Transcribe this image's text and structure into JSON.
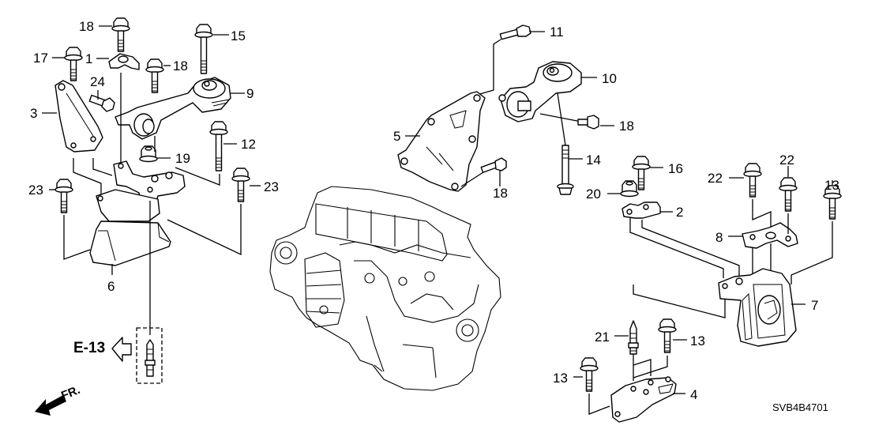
{
  "diagram": {
    "title": "Engine Mounts exploded view",
    "code": "SVB4B4701",
    "reference_label": "E-13",
    "front_label": "FR.",
    "callouts": [
      {
        "id": "c18a",
        "label": "18"
      },
      {
        "id": "c15",
        "label": "15"
      },
      {
        "id": "c17",
        "label": "17"
      },
      {
        "id": "c1",
        "label": "1"
      },
      {
        "id": "c18b",
        "label": "18"
      },
      {
        "id": "c24",
        "label": "24"
      },
      {
        "id": "c9",
        "label": "9"
      },
      {
        "id": "c3",
        "label": "3"
      },
      {
        "id": "c12",
        "label": "12"
      },
      {
        "id": "c19",
        "label": "19"
      },
      {
        "id": "c23a",
        "label": "23"
      },
      {
        "id": "c23b",
        "label": "23"
      },
      {
        "id": "c6",
        "label": "6"
      },
      {
        "id": "c11",
        "label": "11"
      },
      {
        "id": "c10",
        "label": "10"
      },
      {
        "id": "c18c",
        "label": "18"
      },
      {
        "id": "c5",
        "label": "5"
      },
      {
        "id": "c14",
        "label": "14"
      },
      {
        "id": "c18d",
        "label": "18"
      },
      {
        "id": "c16",
        "label": "16"
      },
      {
        "id": "c20",
        "label": "20"
      },
      {
        "id": "c2",
        "label": "2"
      },
      {
        "id": "c22a",
        "label": "22"
      },
      {
        "id": "c22b",
        "label": "22"
      },
      {
        "id": "c13a",
        "label": "13"
      },
      {
        "id": "c8",
        "label": "8"
      },
      {
        "id": "c7",
        "label": "7"
      },
      {
        "id": "c21",
        "label": "21"
      },
      {
        "id": "c13b",
        "label": "13"
      },
      {
        "id": "c13c",
        "label": "13"
      },
      {
        "id": "c4",
        "label": "4"
      }
    ]
  }
}
